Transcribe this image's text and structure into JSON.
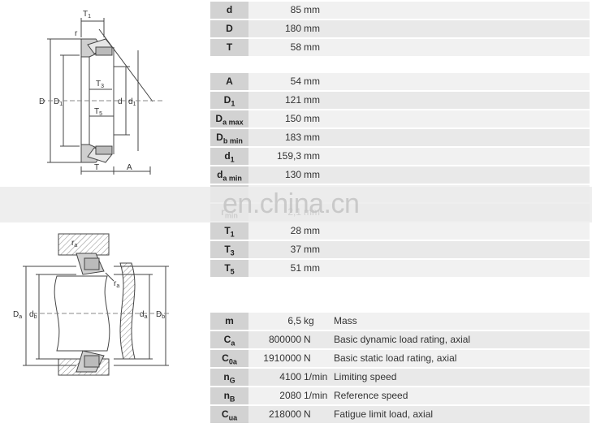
{
  "watermark": "en.china.cn",
  "drawing1": {
    "labels": {
      "T1": "T",
      "T1sub": "1",
      "r": "r",
      "D": "D",
      "D1": "D",
      "D1sub": "1",
      "T3": "T",
      "T3sub": "3",
      "d": "d",
      "d1": "d",
      "d1sub": "1",
      "T5": "T",
      "T5sub": "5",
      "T": "T",
      "A": "A"
    }
  },
  "drawing2": {
    "labels": {
      "ra_top": "r",
      "ra_top_sub": "a",
      "ra_mid": "r",
      "ra_mid_sub": "a",
      "Da": "D",
      "Da_sub": "a",
      "db": "d",
      "db_sub": "b",
      "da": "d",
      "da_sub": "a",
      "Db": "D",
      "Db_sub": "b"
    }
  },
  "groups": [
    {
      "rows": [
        {
          "sym": "d",
          "sub": "",
          "value": "85",
          "unit": "mm",
          "desc": ""
        },
        {
          "sym": "D",
          "sub": "",
          "value": "180",
          "unit": "mm",
          "desc": ""
        },
        {
          "sym": "T",
          "sub": "",
          "value": "58",
          "unit": "mm",
          "desc": ""
        }
      ]
    },
    {
      "rows": [
        {
          "sym": "A",
          "sub": "",
          "value": "54",
          "unit": "mm",
          "desc": ""
        },
        {
          "sym": "D",
          "sub": "1",
          "value": "121",
          "unit": "mm",
          "desc": ""
        },
        {
          "sym": "D",
          "sub": "a max",
          "value": "150",
          "unit": "mm",
          "desc": ""
        },
        {
          "sym": "D",
          "sub": "b min",
          "value": "183",
          "unit": "mm",
          "desc": ""
        },
        {
          "sym": "d",
          "sub": "1",
          "value": "159,3",
          "unit": "mm",
          "desc": ""
        },
        {
          "sym": "d",
          "sub": "a min",
          "value": "130",
          "unit": "mm",
          "desc": ""
        },
        {
          "sym": "",
          "sub": "",
          "value": "",
          "unit": "",
          "desc": ""
        },
        {
          "sym": "r",
          "sub": "min",
          "value": "2,1",
          "unit": "mm",
          "desc": ""
        },
        {
          "sym": "T",
          "sub": "1",
          "value": "28",
          "unit": "mm",
          "desc": ""
        },
        {
          "sym": "T",
          "sub": "3",
          "value": "37",
          "unit": "mm",
          "desc": ""
        },
        {
          "sym": "T",
          "sub": "5",
          "value": "51",
          "unit": "mm",
          "desc": ""
        }
      ]
    },
    {
      "rows": [
        {
          "sym": "m",
          "sub": "",
          "value": "6,5",
          "unit": "kg",
          "desc": "Mass"
        },
        {
          "sym": "C",
          "sub": "a",
          "value": "800000",
          "unit": "N",
          "desc": "Basic dynamic load rating, axial"
        },
        {
          "sym": "C",
          "sub": "0a",
          "value": "1910000",
          "unit": "N",
          "desc": "Basic static load rating, axial"
        },
        {
          "sym": "n",
          "sub": "G",
          "value": "4100",
          "unit": "1/min",
          "desc": "Limiting speed"
        },
        {
          "sym": "n",
          "sub": "B",
          "value": "2080",
          "unit": "1/min",
          "desc": "Reference speed"
        },
        {
          "sym": "C",
          "sub": "ua",
          "value": "218000",
          "unit": "N",
          "desc": "Fatigue limit load, axial"
        }
      ]
    }
  ]
}
